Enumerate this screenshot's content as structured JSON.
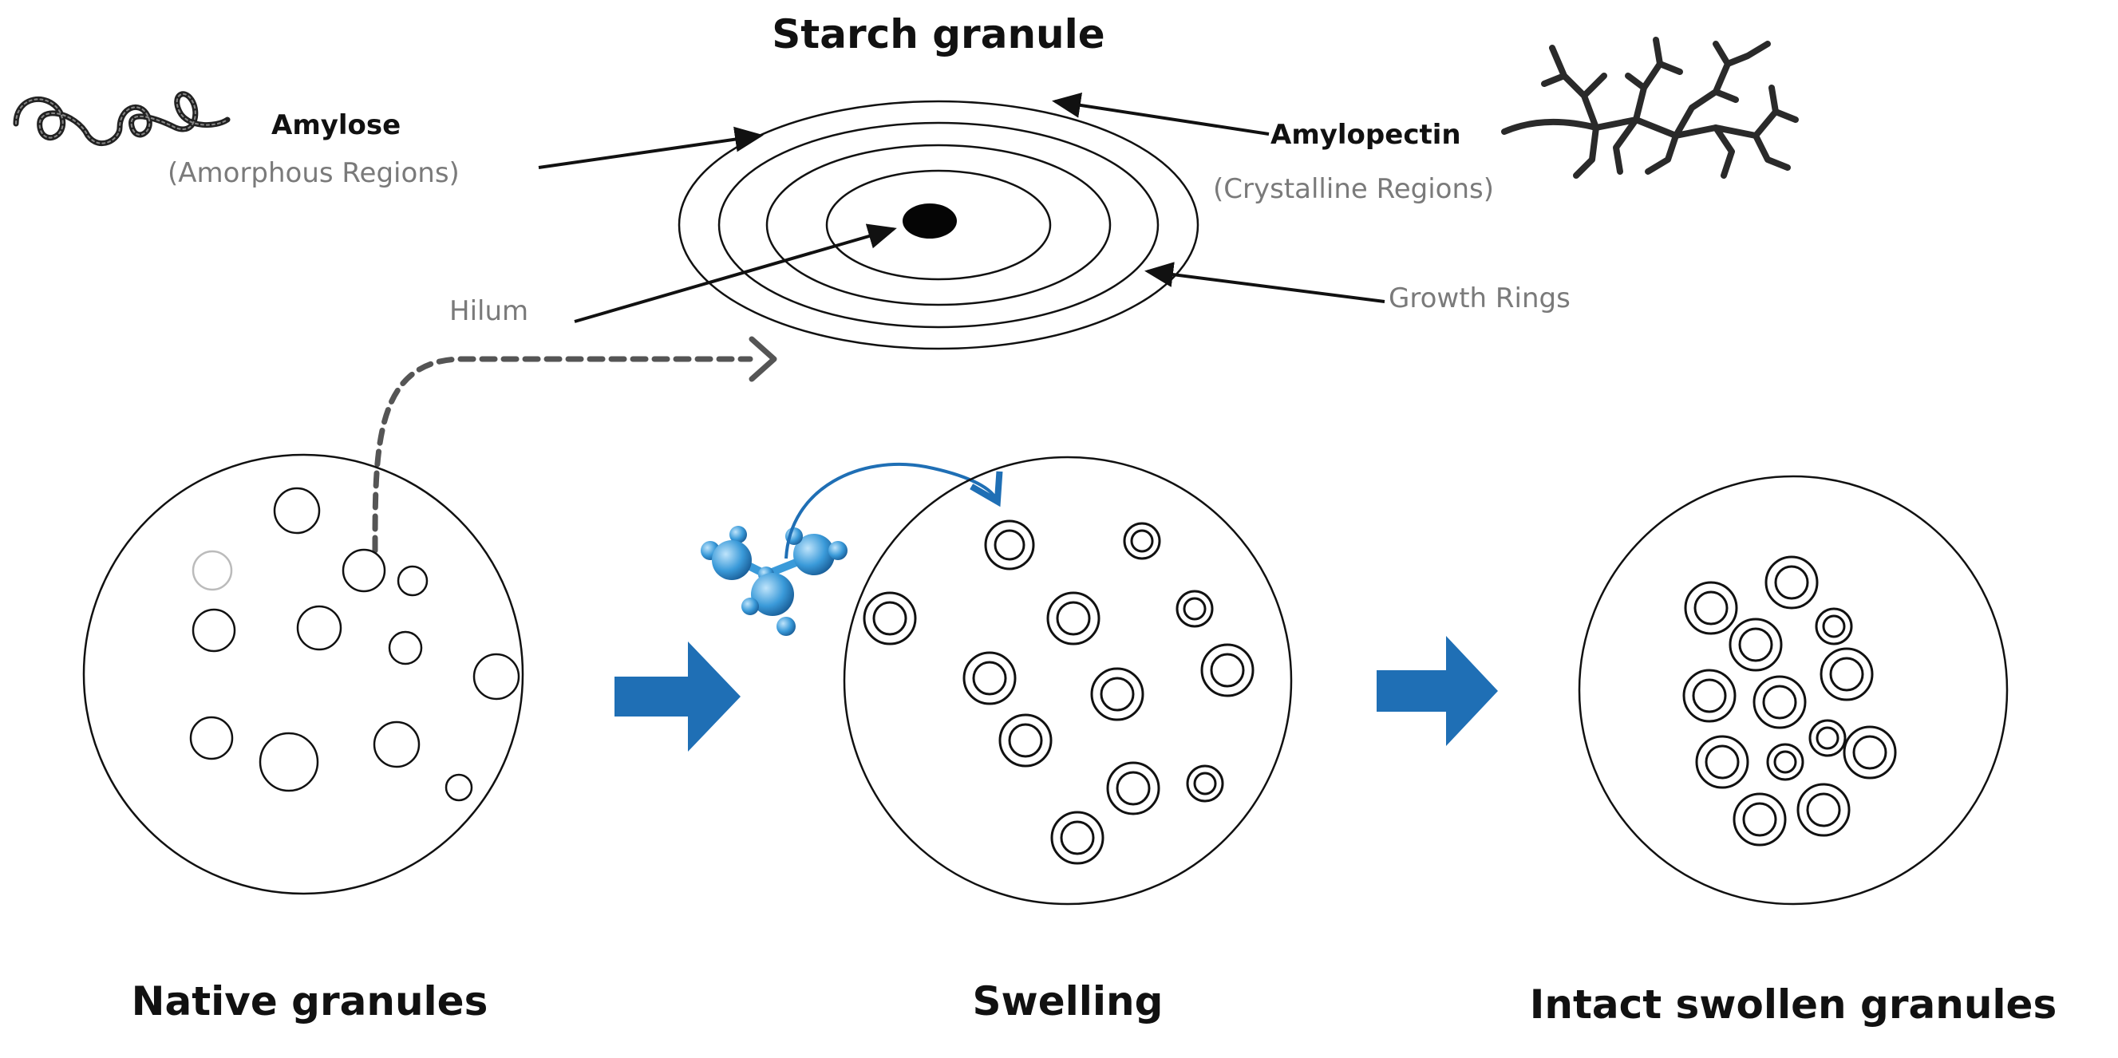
{
  "title": "Starch granule",
  "labels": {
    "amylose": "Amylose",
    "amylose_sub": "(Amorphous Regions)",
    "amylopectin": "Amylopectin",
    "amylopectin_sub": "(Crystalline Regions)",
    "hilum": "Hilum",
    "growth_rings": "Growth Rings"
  },
  "stages": {
    "native": "Native granules",
    "swelling": "Swelling",
    "intact": "Intact swollen granules"
  },
  "colors": {
    "ink": "#111111",
    "muted": "#7a7a7a",
    "arrow_blue": "#1f6fb5",
    "water_blue": "#3a9ad9"
  }
}
